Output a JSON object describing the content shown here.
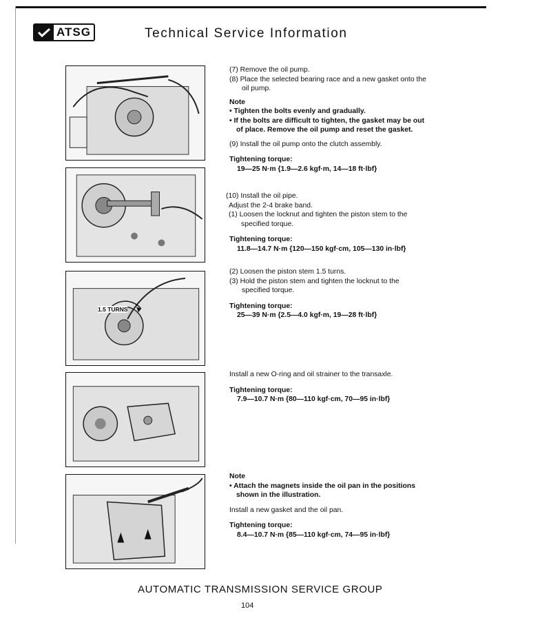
{
  "header": {
    "logo_text": "ATSG",
    "title": "Technical Service Information"
  },
  "section1": {
    "step7": "(7) Remove the oil pump.",
    "step8": "(8) Place the selected bearing race and a new gasket onto the oil pump.",
    "note_label": "Note",
    "note_items": [
      "Tighten the bolts evenly and gradually.",
      "If the bolts are difficult to tighten, the gasket may be out of place. Remove the oil pump and reset the gasket."
    ],
    "step9": "(9) Install the oil pump onto the clutch assembly.",
    "torque_label": "Tightening torque:",
    "torque_value": "19—25 N·m {1.9—2.6 kgf·m, 14—18 ft·lbf}"
  },
  "section2": {
    "step10": "(10) Install the oil pipe.",
    "adjust": "Adjust the 2-4 brake band.",
    "substep1": "(1) Loosen the locknut and tighten the piston stem to the specified torque.",
    "torque_label": "Tightening torque:",
    "torque_value": "11.8—14.7 N·m {120—150 kgf·cm, 105—130 in·lbf}"
  },
  "section3": {
    "substep2": "(2) Loosen the piston stem 1.5 turns.",
    "substep3": "(3) Hold the piston stem and tighten the locknut to the specified torque.",
    "torque_label": "Tightening torque:",
    "torque_value": "25—39 N·m {2.5—4.0 kgf·m, 19—28 ft·lbf}",
    "figure_label": "1.5 TURNS"
  },
  "section4": {
    "text": "Install a new O-ring and oil strainer to the transaxle.",
    "torque_label": "Tightening torque:",
    "torque_value": "7.9—10.7 N·m {80—110 kgf·cm, 70—95 in·lbf}"
  },
  "section5": {
    "note_label": "Note",
    "note_item": "Attach the magnets inside the oil pan in the positions shown in the illustration.",
    "text": "Install a new gasket and the oil pan.",
    "torque_label": "Tightening torque:",
    "torque_value": "8.4—10.7 N·m {85—110 kgf·cm, 74—95 in·lbf}"
  },
  "footer": {
    "title": "AUTOMATIC TRANSMISSION SERVICE GROUP",
    "page_number": "104"
  }
}
